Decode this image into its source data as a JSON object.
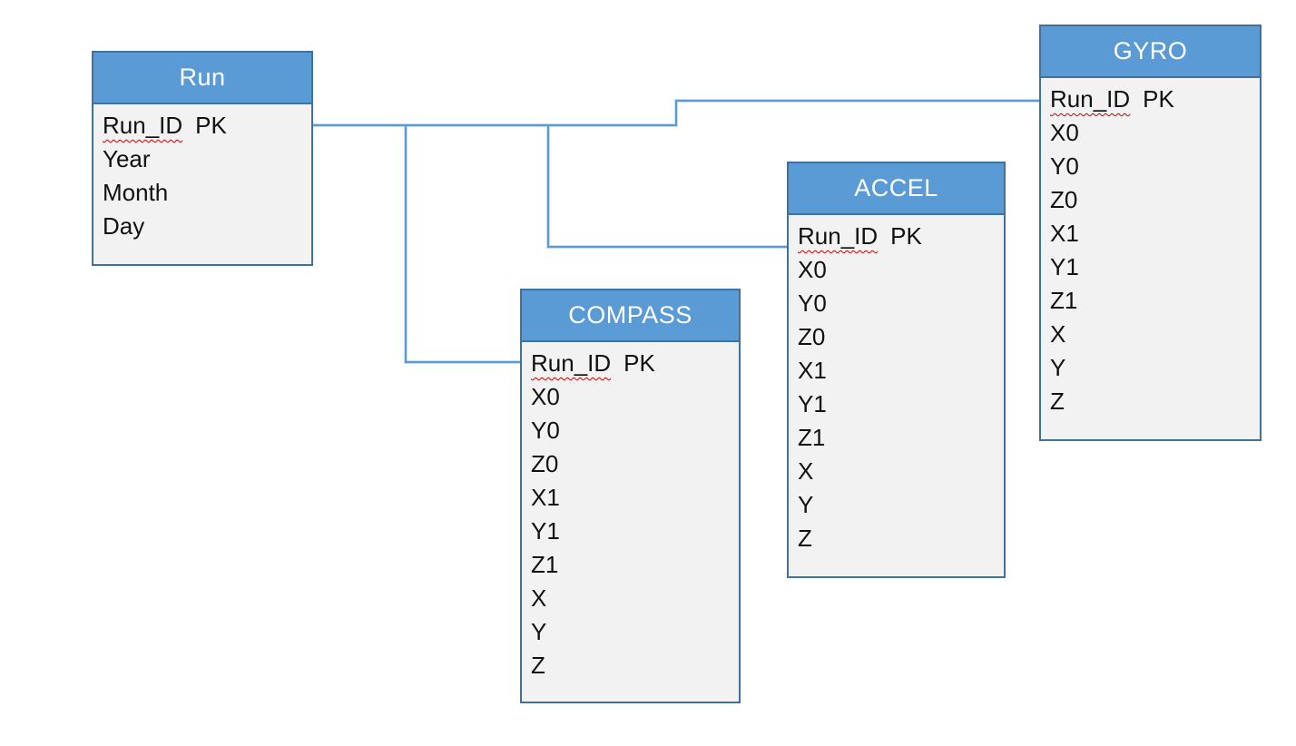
{
  "colors": {
    "header_fill": "#5B9BD5",
    "header_text": "#FFFFFF",
    "border": "#41719C",
    "body_fill": "#F2F2F2",
    "connector": "#5B9BD5",
    "squiggle": "#CC0000",
    "text": "#111111"
  },
  "entities": {
    "run": {
      "title": "Run",
      "pk": {
        "key": "Run_ID",
        "badge": "PK"
      },
      "fields": [
        "Year",
        "Month",
        "Day"
      ]
    },
    "compass": {
      "title": "COMPASS",
      "pk": {
        "key": "Run_ID",
        "badge": "PK"
      },
      "fields": [
        "X0",
        "Y0",
        "Z0",
        "X1",
        "Y1",
        "Z1",
        "X",
        "Y",
        "Z"
      ]
    },
    "accel": {
      "title": "ACCEL",
      "pk": {
        "key": "Run_ID",
        "badge": "PK"
      },
      "fields": [
        "X0",
        "Y0",
        "Z0",
        "X1",
        "Y1",
        "Z1",
        "X",
        "Y",
        "Z"
      ]
    },
    "gyro": {
      "title": "GYRO",
      "pk": {
        "key": "Run_ID",
        "badge": "PK"
      },
      "fields": [
        "X0",
        "Y0",
        "Z0",
        "X1",
        "Y1",
        "Z1",
        "X",
        "Y",
        "Z"
      ]
    }
  },
  "relationships": [
    {
      "from": "Run",
      "to": "GYRO",
      "via": "Run_ID"
    },
    {
      "from": "Run",
      "to": "ACCEL",
      "via": "Run_ID"
    },
    {
      "from": "Run",
      "to": "COMPASS",
      "via": "Run_ID"
    }
  ]
}
